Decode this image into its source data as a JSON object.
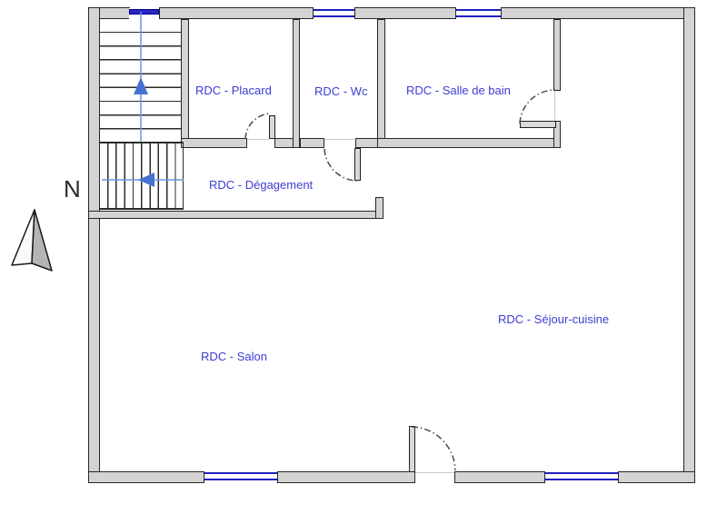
{
  "compass": {
    "label": "N"
  },
  "rooms": {
    "placard": {
      "label": "RDC - Placard"
    },
    "wc": {
      "label": "RDC - Wc"
    },
    "salle_de_bain": {
      "label": "RDC - Salle de bain"
    },
    "degagement": {
      "label": "RDC - Dégagement"
    },
    "salon": {
      "label": "RDC - Salon"
    },
    "sejour_cuisine": {
      "label": "RDC - Séjour-cuisine"
    }
  },
  "colors": {
    "wall_fill": "#d4d4d4",
    "wall_edge": "#262626",
    "window_blue": "#1f1fc0",
    "label_blue": "#3d3dd2",
    "stair_line_blue": "#6f94dd",
    "stair_arrow_blue": "#4673d2",
    "door_arc_gray": "#4a4a4a",
    "north_arrow_fill": "#b5b5b5"
  }
}
